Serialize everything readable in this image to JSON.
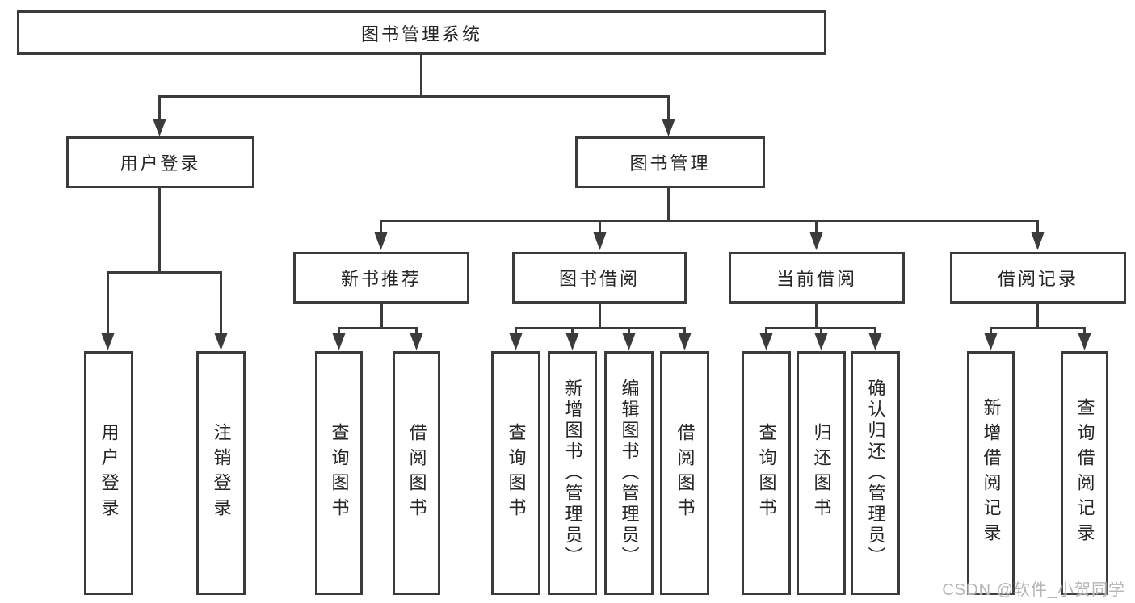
{
  "diagram": {
    "type": "tree",
    "line_color": "#3b3b3b",
    "text_color": "#262626",
    "background": "#ffffff",
    "root": {
      "label": "图书管理系统",
      "children": {
        "user_login": {
          "label": "用户登录",
          "children": {
            "login": {
              "label": "用户登录"
            },
            "logout": {
              "label": "注销登录"
            }
          }
        },
        "book_mgmt": {
          "label": "图书管理",
          "children": {
            "new_book_rec": {
              "label": "新书推荐",
              "children": {
                "query_books": {
                  "label": "查询图书"
                },
                "borrow_books": {
                  "label": "借阅图书"
                }
              }
            },
            "book_borrow": {
              "label": "图书借阅",
              "children": {
                "query_books": {
                  "label": "查询图书"
                },
                "add_books": {
                  "label": "新增图书（管理员）"
                },
                "edit_books": {
                  "label": "编辑图书（管理员）"
                },
                "borrow_books": {
                  "label": "借阅图书"
                }
              }
            },
            "current_borrow": {
              "label": "当前借阅",
              "children": {
                "query_books": {
                  "label": "查询图书"
                },
                "return_books": {
                  "label": "归还图书"
                },
                "confirm_return": {
                  "label": "确认归还（管理员）"
                }
              }
            },
            "borrow_record": {
              "label": "借阅记录",
              "children": {
                "add_record": {
                  "label": "新增借阅记录"
                },
                "query_record": {
                  "label": "查询借阅记录"
                }
              }
            }
          }
        }
      }
    }
  },
  "watermark": {
    "text": "CSDN @软件_小贺同学",
    "color": "#b5b5b5"
  }
}
